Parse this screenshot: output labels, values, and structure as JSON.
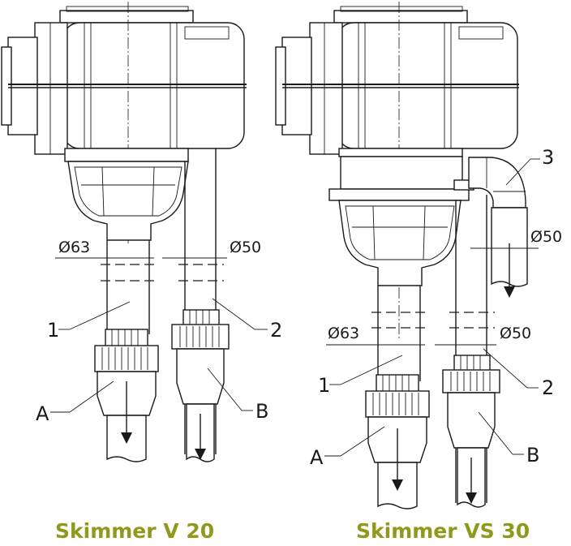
{
  "colors": {
    "line": "#1a1a1a",
    "caption": "#8f9a1c",
    "background": "#ffffff"
  },
  "left": {
    "caption": "Skimmer V 20",
    "dim_a": "Ø63",
    "dim_b": "Ø50",
    "label_1": "1",
    "label_2": "2",
    "label_a": "A",
    "label_b": "B"
  },
  "right": {
    "caption": "Skimmer VS 30",
    "dim_a": "Ø63",
    "dim_b": "Ø50",
    "dim_c": "Ø50",
    "label_1": "1",
    "label_2": "2",
    "label_3": "3",
    "label_a": "A",
    "label_b": "B"
  }
}
